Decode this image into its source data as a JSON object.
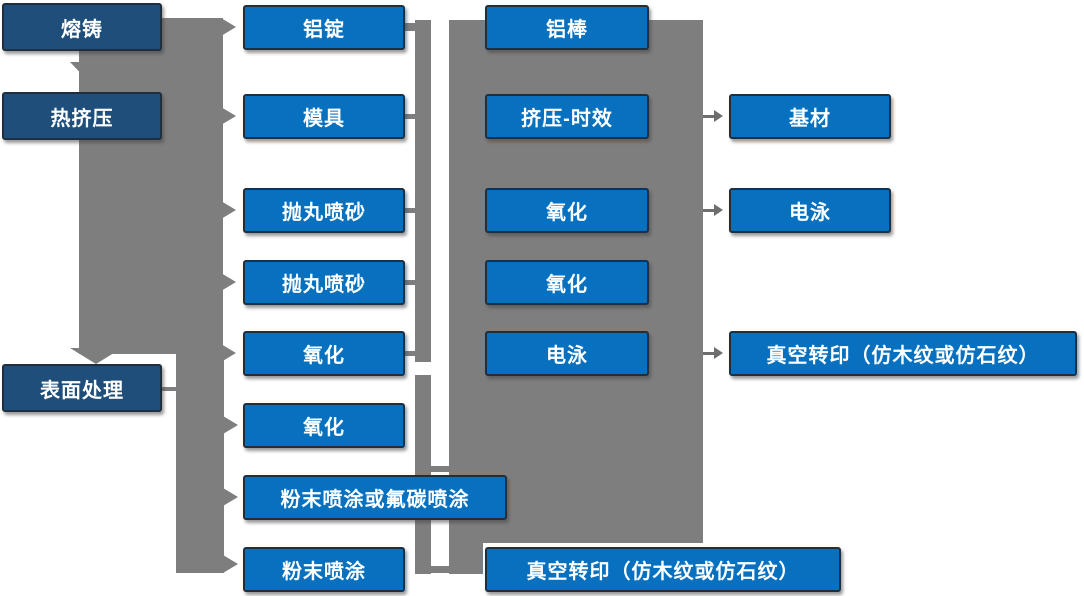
{
  "diagram": {
    "background": "#FFFFFF",
    "colors": {
      "dark_node": "#1E4E79",
      "blue_node": "#0771C0",
      "connector_gray": "#7E7E7E",
      "small_arrow_gray": "#6E6E6E",
      "node_border": "#1E2F40",
      "text": "#FFFFFF"
    },
    "nodes": [
      {
        "label": "熔铸",
        "type": "dark"
      },
      {
        "label": "热挤压",
        "type": "dark"
      },
      {
        "label": "表面处理",
        "type": "dark"
      },
      {
        "label": "铝锭",
        "type": "blue"
      },
      {
        "label": "模具",
        "type": "blue"
      },
      {
        "label": "抛丸喷砂",
        "type": "blue"
      },
      {
        "label": "抛丸喷砂",
        "type": "blue"
      },
      {
        "label": "氧化",
        "type": "blue"
      },
      {
        "label": "氧化",
        "type": "blue"
      },
      {
        "label": "粉末喷涂或氟碳喷涂",
        "type": "blue"
      },
      {
        "label": "粉末喷涂",
        "type": "blue"
      },
      {
        "label": "铝棒",
        "type": "blue"
      },
      {
        "label": "挤压-时效",
        "type": "blue"
      },
      {
        "label": "氧化",
        "type": "blue"
      },
      {
        "label": "氧化",
        "type": "blue"
      },
      {
        "label": "电泳",
        "type": "blue"
      },
      {
        "label": "真空转印（仿木纹或仿石纹）",
        "type": "blue"
      },
      {
        "label": "基材",
        "type": "blue"
      },
      {
        "label": "电泳",
        "type": "blue"
      },
      {
        "label": "真空转印（仿木纹或仿石纹）",
        "type": "blue"
      }
    ],
    "arrows": {
      "down": [
        "熔铸 → 热挤压",
        "热挤压 → 表面处理"
      ],
      "main_band_to": [
        "铝锭",
        "模具",
        "抛丸喷砂",
        "抛丸喷砂",
        "氧化"
      ],
      "surface_band_to": [
        "氧化",
        "粉末喷涂或氟碳喷涂",
        "粉末喷涂"
      ],
      "right_column_to": [
        "基材",
        "电泳",
        "真空转印（仿木纹或仿石纹）"
      ]
    }
  }
}
